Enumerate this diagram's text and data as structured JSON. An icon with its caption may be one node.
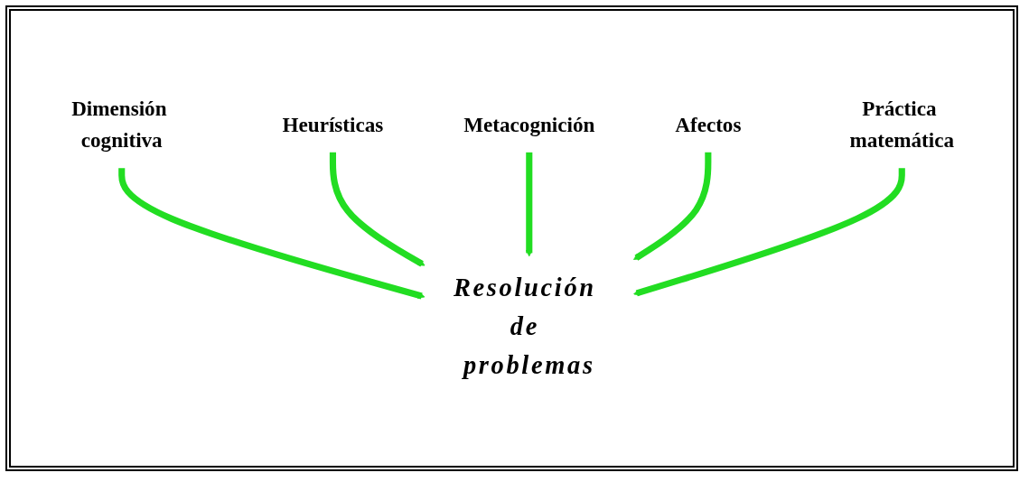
{
  "diagram": {
    "nodes": [
      {
        "text": [
          "Dimensión cognitiva"
        ]
      },
      {
        "text": [
          "Heurísticas"
        ]
      },
      {
        "text": [
          "Metacognición"
        ]
      },
      {
        "text": [
          "Resolución de problemas"
        ]
      },
      {
        "text": [
          "Afectos"
        ]
      },
      {
        "text": [
          "Práctica matemática"
        ]
      }
    ],
    "edges": [
      {
        "from": 0,
        "to": 3,
        "arrow": "to"
      },
      {
        "from": 1,
        "to": 3,
        "arrow": "to"
      },
      {
        "from": 2,
        "to": 3,
        "arrow": "to"
      },
      {
        "from": 4,
        "to": 3,
        "arrow": "to"
      },
      {
        "from": 5,
        "to": 3,
        "arrow": "to"
      }
    ]
  }
}
